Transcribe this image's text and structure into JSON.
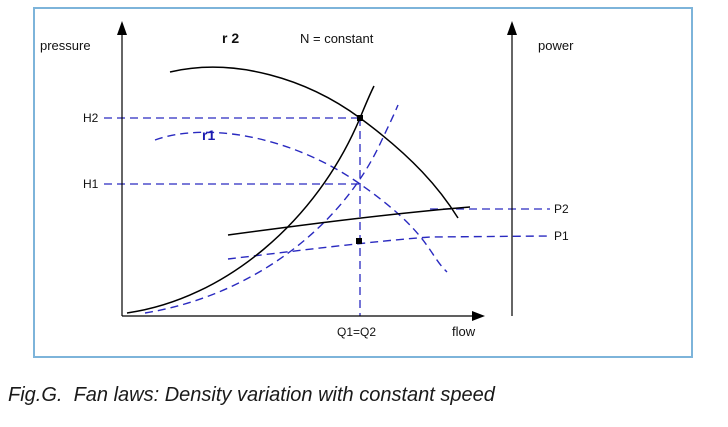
{
  "figure": {
    "caption": "Fig.G.  Fan laws: Density variation with constant speed"
  },
  "diagram": {
    "condition_label": "N = constant",
    "axes": {
      "left": "pressure",
      "right": "power",
      "bottom": "flow"
    },
    "curves": {
      "r2_label": "r 2",
      "r1_label": "r1"
    },
    "levels": {
      "h2": "H2",
      "h1": "H1",
      "p2": "P2",
      "p1": "P1"
    },
    "flow_point": "Q1=Q2",
    "colors": {
      "border": "#7db4da",
      "dashed_blue": "#2a2ac0",
      "solid_black": "#000000"
    }
  }
}
